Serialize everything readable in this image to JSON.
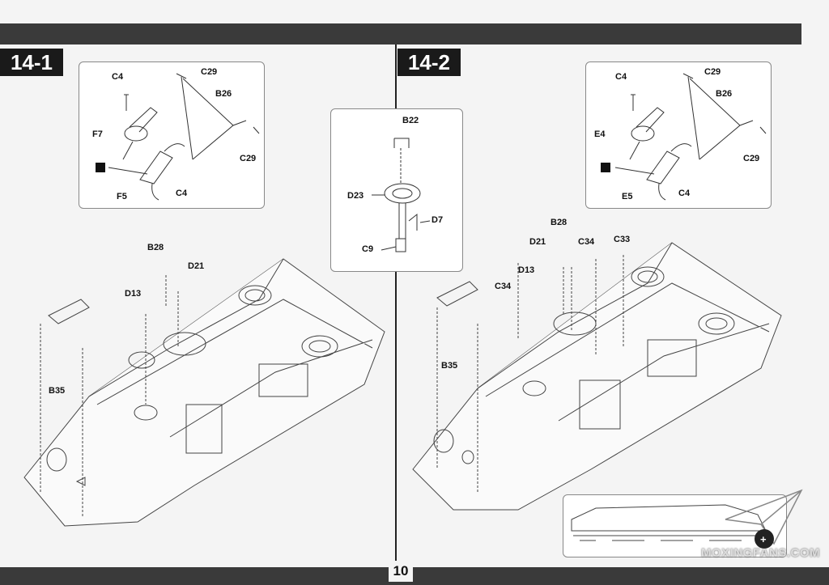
{
  "page_number": "10",
  "steps": {
    "left": "14-1",
    "right": "14-2"
  },
  "left_inset_labels": {
    "c4_top": "C4",
    "c29_top": "C29",
    "b26": "B26",
    "f7": "F7",
    "c29_right": "C29",
    "f5": "F5",
    "c4_bottom": "C4"
  },
  "center_inset_labels": {
    "b22": "B22",
    "d23": "D23",
    "d7": "D7",
    "c9": "C9"
  },
  "right_inset_labels": {
    "c4_top": "C4",
    "c29_top": "C29",
    "b26": "B26",
    "e4": "E4",
    "c29_right": "C29",
    "e5": "E5",
    "c4_bottom": "C4"
  },
  "left_hull_labels": {
    "b28": "B28",
    "d21": "D21",
    "d13": "D13",
    "b35": "B35"
  },
  "right_hull_labels": {
    "b28": "B28",
    "d21": "D21",
    "c34_top": "C34",
    "c33": "C33",
    "d13": "D13",
    "c34_left": "C34",
    "b35": "B35"
  },
  "watermark": "MOXINGFANS.COM",
  "icons": [
    "glue-icon",
    "paper-plane-logo"
  ]
}
